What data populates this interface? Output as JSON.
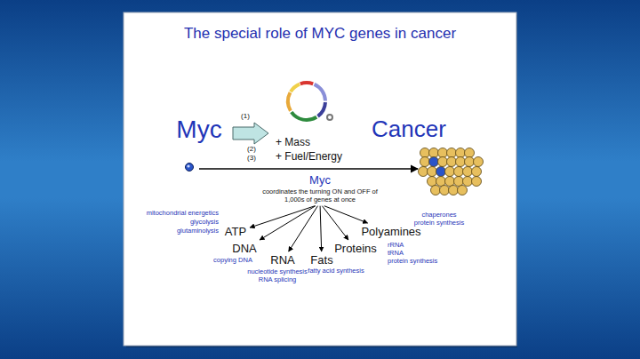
{
  "diagram": {
    "title": "The special role of MYC genes in cancer",
    "nodes": [
      {
        "text": [
          "Myc",
          "coordinates the turning ON and OFF of 1,000s of genes at once"
        ]
      },
      {
        "text": [
          "ATP"
        ]
      },
      {
        "text": [
          "DNA"
        ]
      },
      {
        "text": [
          "RNA"
        ]
      },
      {
        "text": [
          "Fats"
        ]
      },
      {
        "text": [
          "Proteins"
        ]
      },
      {
        "text": [
          "Polyamines"
        ]
      }
    ],
    "edges": [
      {
        "from": 0,
        "to": 1,
        "arrow": "to"
      },
      {
        "from": 0,
        "to": 2,
        "arrow": "to"
      },
      {
        "from": 0,
        "to": 3,
        "arrow": "to"
      },
      {
        "from": 0,
        "to": 4,
        "arrow": "to"
      },
      {
        "from": 0,
        "to": 5,
        "arrow": "to"
      },
      {
        "from": 0,
        "to": 6,
        "arrow": "to"
      }
    ],
    "labels": [
      "Myc",
      "(1)",
      "(2)",
      "(3)",
      "+ Mass",
      "+ Fuel/Energy",
      "Cancer",
      "mitochondrial energetics",
      "glycolysis",
      "glutaminolysis",
      "copying DNA",
      "nucleotide synthesis",
      "RNA splicing",
      "fatty acid synthesis",
      "chaperones",
      "protein synthesis",
      "rRNA",
      "tRNA",
      "protein synthesis"
    ]
  }
}
